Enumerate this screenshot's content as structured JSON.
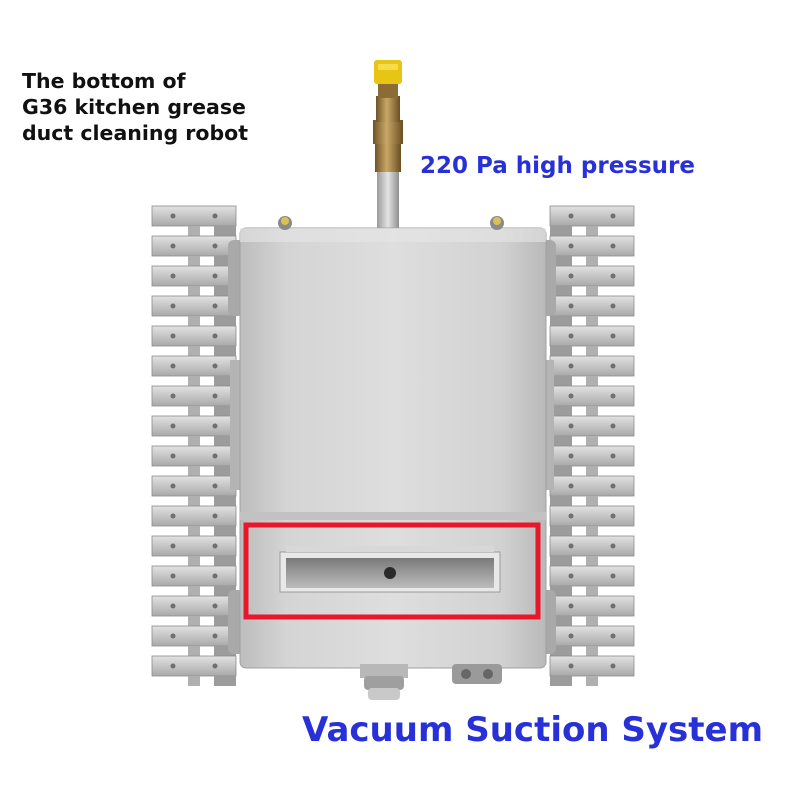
{
  "caption": {
    "line1": "The bottom of",
    "line2": "G36 kitchen grease",
    "line3": "duct cleaning robot"
  },
  "pressure_label": "220 Pa high pressure",
  "system_label": "Vacuum Suction System",
  "colors": {
    "label_blue": "#2830d8",
    "highlight_red": "#e8172b",
    "body_gray": "#cfcfcf",
    "nozzle_brass": "#a8874a",
    "nozzle_yellow": "#e6c515"
  }
}
